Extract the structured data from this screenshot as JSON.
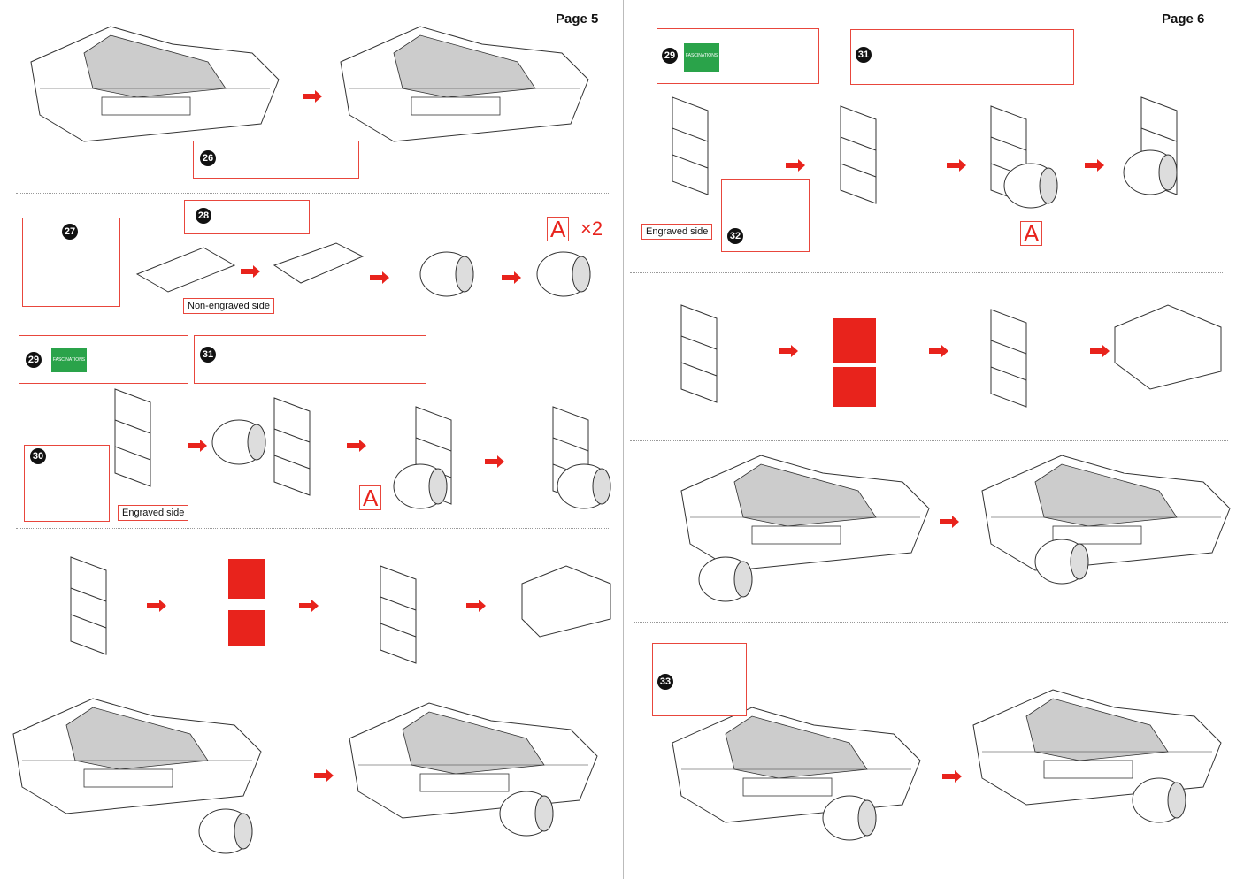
{
  "pages": [
    {
      "title": "Page 5"
    },
    {
      "title": "Page 6"
    }
  ],
  "steps": {
    "s26": "26",
    "s27": "27",
    "s28": "28",
    "s29": "29",
    "s30": "30",
    "s31": "31",
    "s32": "32",
    "s33": "33"
  },
  "labels": {
    "non_engraved": "Non-engraved side",
    "engraved": "Engraved side",
    "part_a": "A",
    "times_two": "×2",
    "brand": "FASCINATIONS"
  },
  "colors": {
    "accent_red": "#e8231c",
    "green": "#2aa34a",
    "blue": "#1a9ad9"
  }
}
